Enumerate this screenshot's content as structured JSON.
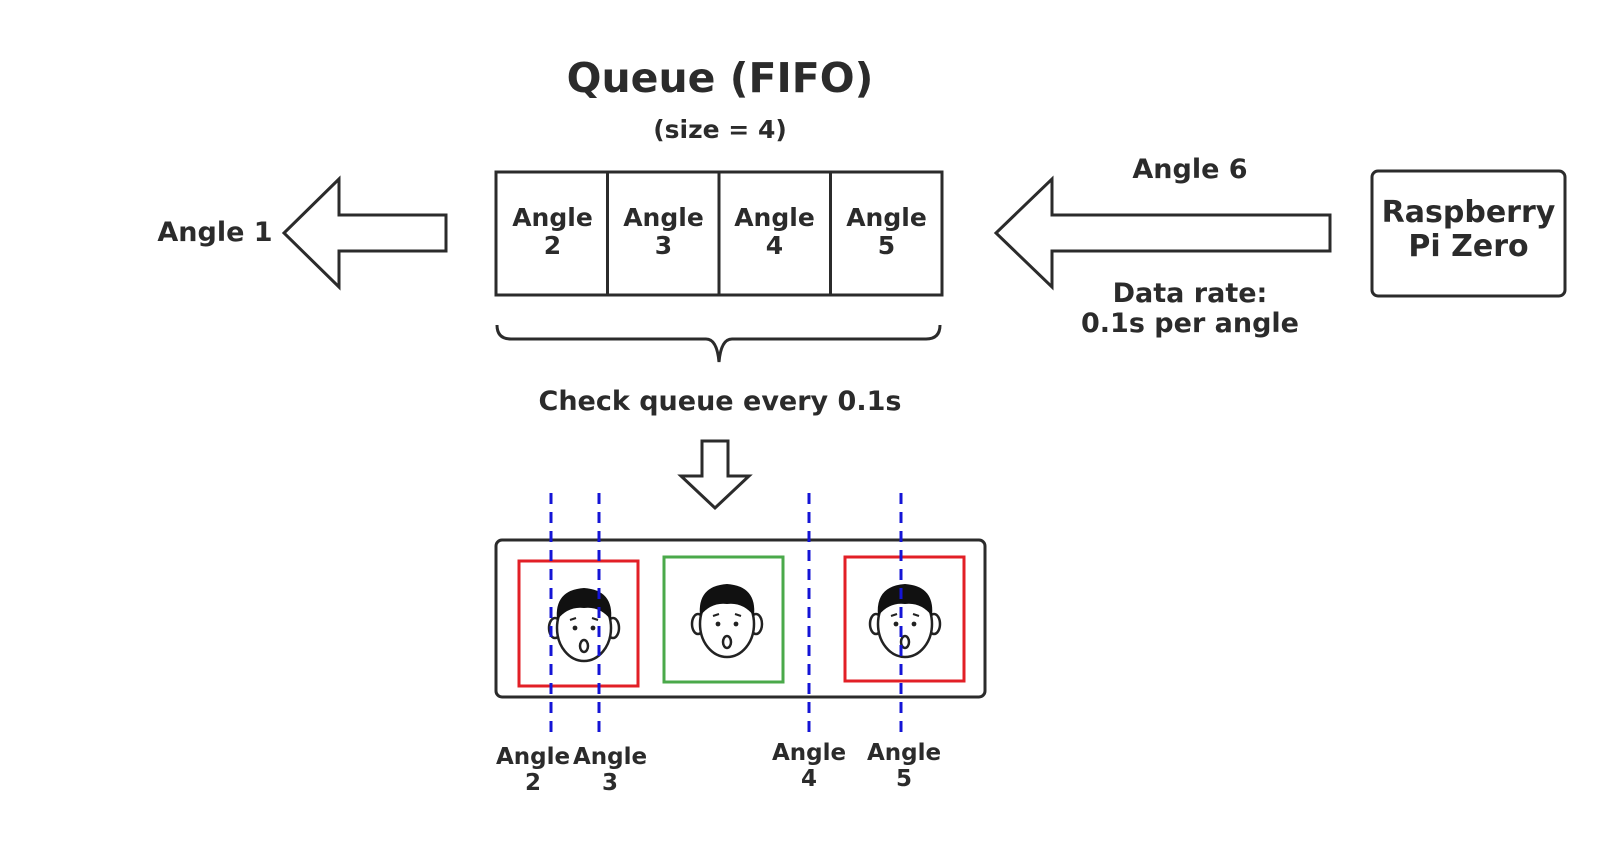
{
  "title": "Queue (FIFO)",
  "subtitle": "(size = 4)",
  "queue_cells": [
    {
      "line1": "Angle",
      "line2": "2"
    },
    {
      "line1": "Angle",
      "line2": "3"
    },
    {
      "line1": "Angle",
      "line2": "4"
    },
    {
      "line1": "Angle",
      "line2": "5"
    }
  ],
  "output_label": "Angle 1",
  "input_label": "Angle 6",
  "data_rate": {
    "line1": "Data rate:",
    "line2": "0.1s per angle"
  },
  "source": {
    "line1": "Raspberry",
    "line2": "Pi Zero"
  },
  "check_label": "Check queue every 0.1s",
  "angle_lines": [
    {
      "line1": "Angle",
      "line2": "2"
    },
    {
      "line1": "Angle",
      "line2": "3"
    },
    {
      "line1": "Angle",
      "line2": "4"
    },
    {
      "line1": "Angle",
      "line2": "5"
    }
  ],
  "colors": {
    "stroke": "#2b2b2b",
    "detected_box": "#e21f26",
    "matched_box": "#4aa94a",
    "angle_line": "#1414d6"
  }
}
